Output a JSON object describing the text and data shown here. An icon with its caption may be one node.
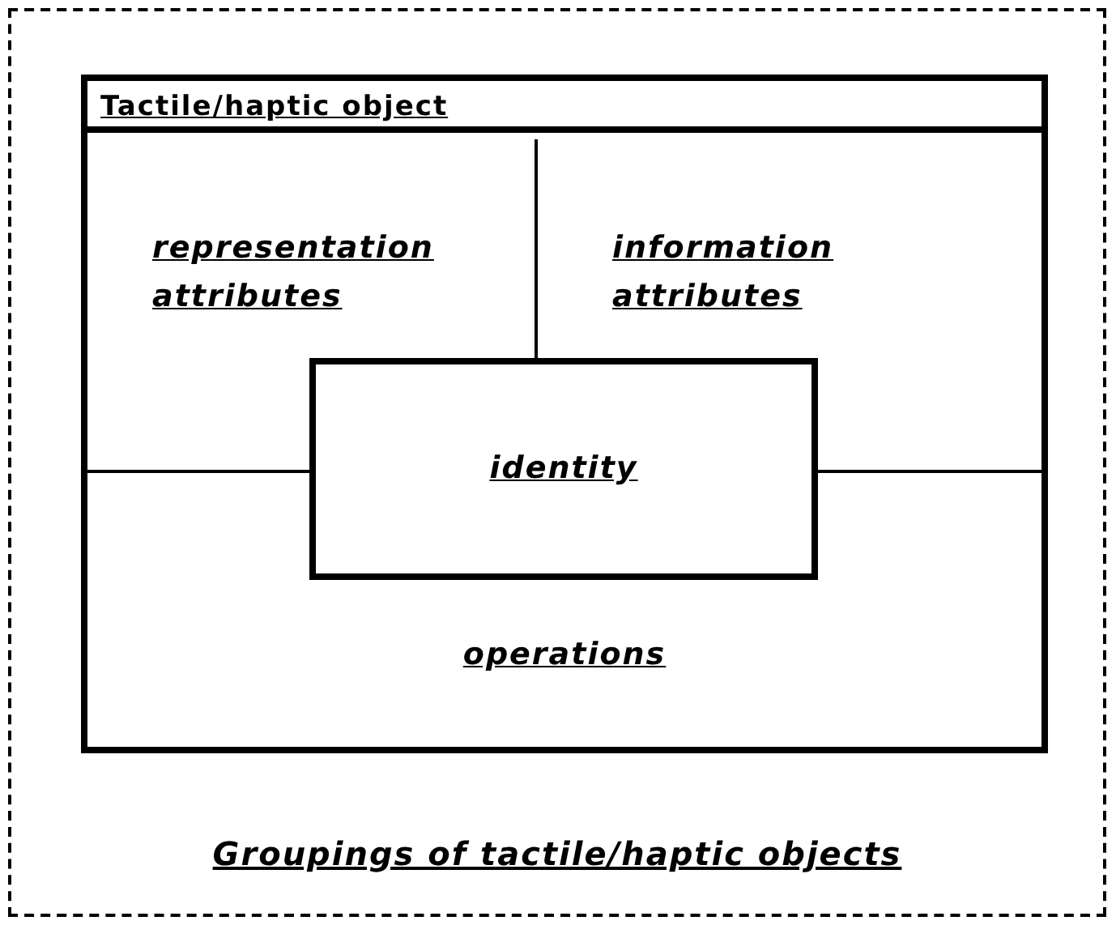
{
  "diagram": {
    "nodes": [
      {
        "text": [
          "Groupings of tactile/haptic objects"
        ]
      },
      {
        "text": [
          "Tactile/haptic object"
        ],
        "in": 0
      },
      {
        "text": [
          "representation attributes"
        ],
        "in": 1
      },
      {
        "text": [
          "information attributes"
        ],
        "in": 1
      },
      {
        "text": [
          "operations"
        ],
        "in": 1
      },
      {
        "text": [
          "identity"
        ],
        "in": 1
      }
    ],
    "edges": []
  }
}
